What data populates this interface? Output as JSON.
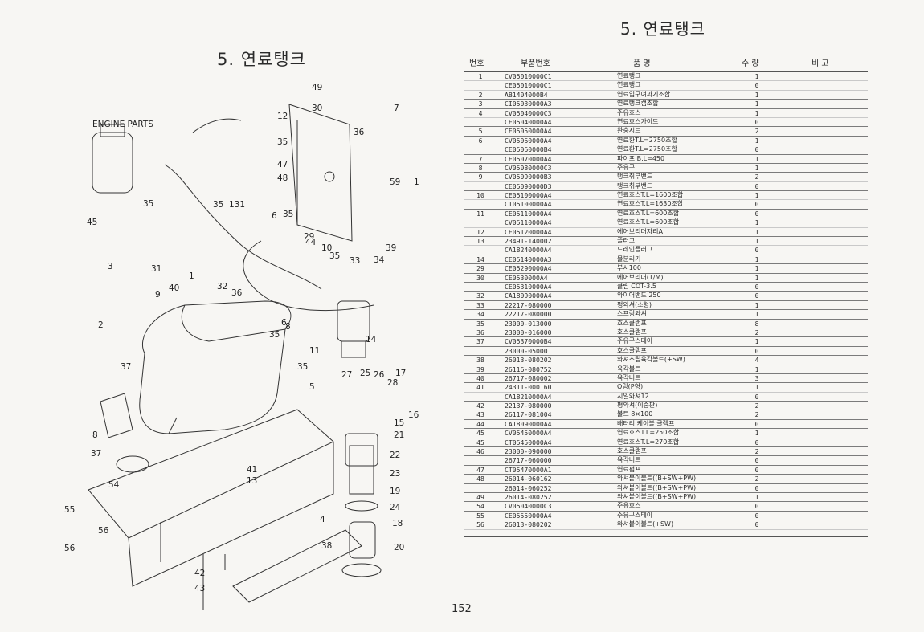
{
  "left_title": "5. 연료탱크",
  "right_title": "5. 연료탱크",
  "page_number": "152",
  "table": {
    "headers": {
      "no": "번호",
      "part_no": "부품번호",
      "name": "품 명",
      "qty": "수 량",
      "remarks": "비 고"
    },
    "rows": [
      {
        "no": "1",
        "part": "CV05010000C1",
        "name": "연료탱크",
        "qty": "1",
        "grp": false
      },
      {
        "no": "",
        "part": "CE05010000C1",
        "name": "연료탱크",
        "qty": "0",
        "grp": false
      },
      {
        "no": "2",
        "part": "AB1404000B4",
        "name": "연료입구여과기조합",
        "qty": "1",
        "grp": true
      },
      {
        "no": "3",
        "part": "CI05030000A3",
        "name": "연료탱크캡조합",
        "qty": "1",
        "grp": true
      },
      {
        "no": "4",
        "part": "CV05040000C3",
        "name": "주유호스",
        "qty": "1",
        "grp": false
      },
      {
        "no": "",
        "part": "CE05040000A4",
        "name": "연료호스가이드",
        "qty": "0",
        "grp": true
      },
      {
        "no": "5",
        "part": "CE05050000A4",
        "name": "완충시트",
        "qty": "2",
        "grp": true
      },
      {
        "no": "6",
        "part": "CV05060000A4",
        "name": "연료환T.L=2750조합",
        "qty": "1",
        "grp": false
      },
      {
        "no": "",
        "part": "CE05060000B4",
        "name": "연료환T.L=2750조합",
        "qty": "0",
        "grp": true
      },
      {
        "no": "7",
        "part": "CE05070000A4",
        "name": "파이프 B.L=450",
        "qty": "1",
        "grp": true
      },
      {
        "no": "8",
        "part": "CV05080000C3",
        "name": "주유구",
        "qty": "1",
        "grp": true
      },
      {
        "no": "9",
        "part": "CV05090000B3",
        "name": "탱크취부밴드",
        "qty": "2",
        "grp": false
      },
      {
        "no": "",
        "part": "CE05090000D3",
        "name": "탱크취부밴드",
        "qty": "0",
        "grp": true
      },
      {
        "no": "10",
        "part": "CE05100000A4",
        "name": "연료호스T.L=1600조합",
        "qty": "1",
        "grp": false
      },
      {
        "no": "",
        "part": "CT05100000A4",
        "name": "연료호스T.L=1630조합",
        "qty": "0",
        "grp": true
      },
      {
        "no": "11",
        "part": "CE05110000A4",
        "name": "연료호스T.L=600조합",
        "qty": "0",
        "grp": false
      },
      {
        "no": "",
        "part": "CV05110000A4",
        "name": "연료호스T.L=600조합",
        "qty": "1",
        "grp": false
      },
      {
        "no": "12",
        "part": "CE05120000A4",
        "name": "에어브리더자리A",
        "qty": "1",
        "grp": true
      },
      {
        "no": "13",
        "part": "23491-140002",
        "name": "플러그",
        "qty": "1",
        "grp": false
      },
      {
        "no": "",
        "part": "CA18240000A4",
        "name": "드레인플러그",
        "qty": "0",
        "grp": true
      },
      {
        "no": "14",
        "part": "CE05140000A3",
        "name": "물분리기",
        "qty": "1",
        "grp": true
      },
      {
        "no": "29",
        "part": "CE05290000A4",
        "name": "부시100",
        "qty": "1",
        "grp": true
      },
      {
        "no": "30",
        "part": "CE0530000A4",
        "name": "에어브리더(T/M)",
        "qty": "1",
        "grp": true
      },
      {
        "no": "",
        "part": "CE05310000A4",
        "name": "클립 COT-3.5",
        "qty": "0",
        "grp": true
      },
      {
        "no": "32",
        "part": "CA18090000A4",
        "name": "와이어밴드 250",
        "qty": "0",
        "grp": true
      },
      {
        "no": "33",
        "part": "22217-080000",
        "name": "평와셔(소형)",
        "qty": "1",
        "grp": true
      },
      {
        "no": "34",
        "part": "22217-080000",
        "name": "스프링와셔",
        "qty": "1",
        "grp": true
      },
      {
        "no": "35",
        "part": "23000-013000",
        "name": "호스클램프",
        "qty": "8",
        "grp": true
      },
      {
        "no": "36",
        "part": "23000-016000",
        "name": "호스클램프",
        "qty": "2",
        "grp": true
      },
      {
        "no": "37",
        "part": "CV05370000B4",
        "name": "주유구스테이",
        "qty": "1",
        "grp": true
      },
      {
        "no": "",
        "part": "23000-05000",
        "name": "호스클램프",
        "qty": "0",
        "grp": true
      },
      {
        "no": "38",
        "part": "26013-080202",
        "name": "와셔조립육각볼트(+SW)",
        "qty": "4",
        "grp": true
      },
      {
        "no": "39",
        "part": "26116-080752",
        "name": "육각볼트",
        "qty": "1",
        "grp": true
      },
      {
        "no": "40",
        "part": "26717-080002",
        "name": "육각너트",
        "qty": "3",
        "grp": true
      },
      {
        "no": "41",
        "part": "24311-000160",
        "name": "O링(P형)",
        "qty": "1",
        "grp": false
      },
      {
        "no": "",
        "part": "CA18210000A4",
        "name": "시일와셔12",
        "qty": "0",
        "grp": true
      },
      {
        "no": "42",
        "part": "22137-080000",
        "name": "평와셔(이중판)",
        "qty": "2",
        "grp": true
      },
      {
        "no": "43",
        "part": "26117-081004",
        "name": "볼트 8×100",
        "qty": "2",
        "grp": true
      },
      {
        "no": "44",
        "part": "CA18090000A4",
        "name": "배터리 케이블 클램프",
        "qty": "0",
        "grp": true
      },
      {
        "no": "45",
        "part": "CV05450000A4",
        "name": "연료호스T.L=250조합",
        "qty": "1",
        "grp": false
      },
      {
        "no": "45",
        "part": "CT05450000A4",
        "name": "연료호스T.L=270조합",
        "qty": "0",
        "grp": true
      },
      {
        "no": "46",
        "part": "23000-090000",
        "name": "호스클램프",
        "qty": "2",
        "grp": true
      },
      {
        "no": "",
        "part": "26717-060000",
        "name": "육각너트",
        "qty": "0",
        "grp": true
      },
      {
        "no": "47",
        "part": "CT05470000A1",
        "name": "연료펌프",
        "qty": "0",
        "grp": true
      },
      {
        "no": "48",
        "part": "26014-060162",
        "name": "와셔붙이볼트((B+SW+PW)",
        "qty": "2",
        "grp": true
      },
      {
        "no": "",
        "part": "26014-060252",
        "name": "와셔붙이볼트((B+SW+PW)",
        "qty": "0",
        "grp": true
      },
      {
        "no": "49",
        "part": "26014-080252",
        "name": "와셔붙이볼트((B+SW+PW)",
        "qty": "1",
        "grp": true
      },
      {
        "no": "54",
        "part": "CV05040000C3",
        "name": "주유호스",
        "qty": "0",
        "grp": true
      },
      {
        "no": "55",
        "part": "CE05550000A4",
        "name": "주유구스테이",
        "qty": "0",
        "grp": true
      },
      {
        "no": "56",
        "part": "26013-080202",
        "name": "와셔붙이볼트(+SW)",
        "qty": "0",
        "grp": false
      }
    ]
  },
  "diagram": {
    "engine_parts_label": "ENGINE PARTS",
    "callouts": [
      "49",
      "30",
      "7",
      "12",
      "36",
      "35",
      "47",
      "48",
      "59",
      "1",
      "35",
      "131",
      "6",
      "35",
      "29",
      "44",
      "10",
      "35",
      "39",
      "33",
      "34",
      "31",
      "32",
      "36",
      "40",
      "1",
      "9",
      "3",
      "2",
      "35",
      "8",
      "11",
      "35",
      "6",
      "14",
      "37",
      "5",
      "27",
      "25",
      "26",
      "28",
      "17",
      "16",
      "15",
      "21",
      "8",
      "37",
      "22",
      "23",
      "19",
      "24",
      "18",
      "20",
      "54",
      "41",
      "13",
      "4",
      "55",
      "56",
      "56",
      "38",
      "42",
      "43",
      "45",
      "35"
    ]
  }
}
